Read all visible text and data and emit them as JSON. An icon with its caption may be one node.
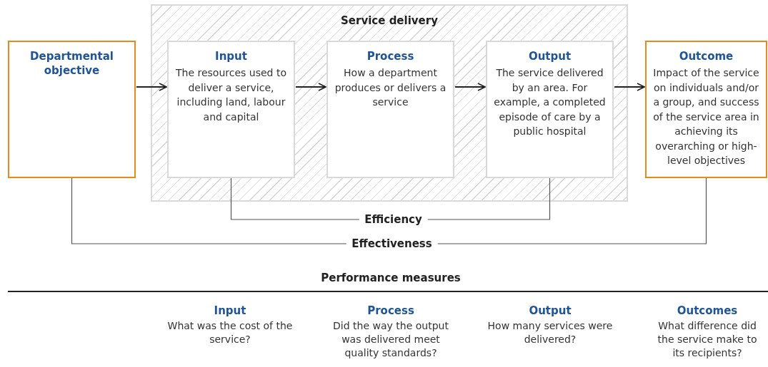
{
  "diagram": {
    "nodes": [
      {
        "text": [
          "Service delivery"
        ]
      },
      {
        "text": [
          "Departmental objective"
        ]
      },
      {
        "text": [
          "Input",
          "The resources used to deliver a service, including land, labour and capital"
        ],
        "in": 0
      },
      {
        "text": [
          "Process",
          "How a department produces or delivers a service"
        ],
        "in": 0
      },
      {
        "text": [
          "Output",
          "The service delivered by an area. For example, a completed episode of care by a public hospital"
        ],
        "in": 0
      },
      {
        "text": [
          "Outcome",
          "Impact of the service on individuals and/or a group, and success of the service area in achieving its overarching or high-level objectives"
        ]
      }
    ],
    "edges": [
      {
        "from": 1,
        "to": 2,
        "arrow": "to"
      },
      {
        "from": 2,
        "to": 3,
        "arrow": "to"
      },
      {
        "from": 3,
        "to": 4,
        "arrow": "to"
      },
      {
        "from": 4,
        "to": 5,
        "arrow": "to"
      },
      {
        "from": 2,
        "to": 4,
        "arrow": "none",
        "label": "Efficiency"
      },
      {
        "from": 1,
        "to": 5,
        "arrow": "none",
        "label": "Effectiveness"
      }
    ],
    "labels": [
      "Performance measures",
      "Input",
      "What was the cost of the service?",
      "Process",
      "Did the way the output was delivered meet quality standards?",
      "Output",
      "How many services were delivered?",
      "Outcomes",
      "What difference did the service make to its recipients?"
    ]
  }
}
